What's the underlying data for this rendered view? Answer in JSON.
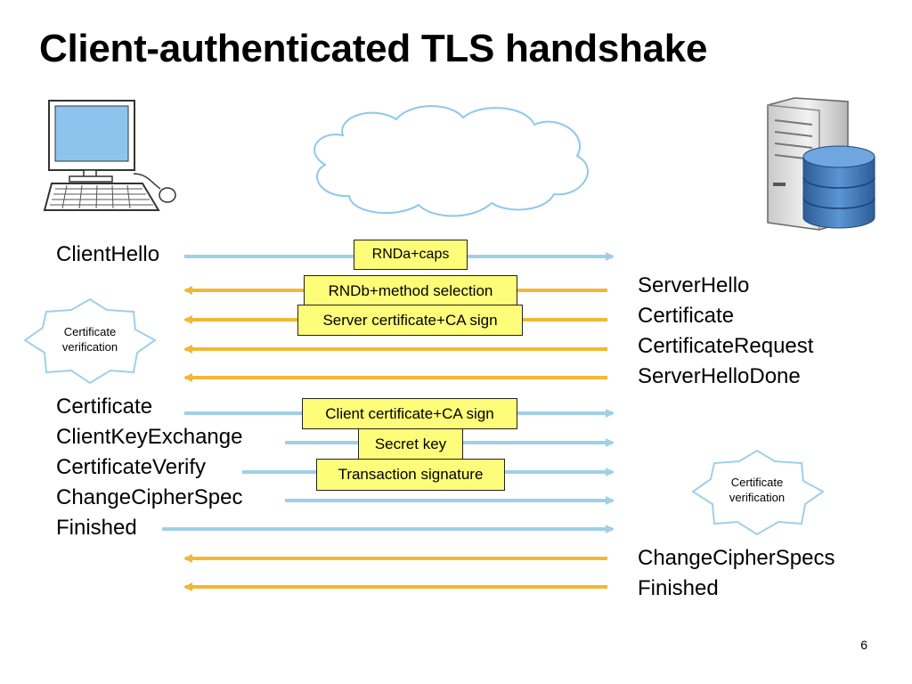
{
  "slide": {
    "title": "Client-authenticated TLS handshake",
    "page_number": "6"
  },
  "client_messages": {
    "client_hello": "ClientHello",
    "certificate": "Certificate",
    "client_key_exchange": "ClientKeyExchange",
    "certificate_verify": "CertificateVerify",
    "change_cipher_spec": "ChangeCipherSpec",
    "finished": "Finished"
  },
  "server_messages": {
    "server_hello": "ServerHello",
    "certificate": "Certificate",
    "certificate_request": "CertificateRequest",
    "server_hello_done": "ServerHelloDone",
    "change_cipher_specs": "ChangeCipherSpecs",
    "finished": "Finished"
  },
  "payload_boxes": {
    "rnda_caps": "RNDa+caps",
    "rndb_method": "RNDb+method selection",
    "server_cert": "Server certificate+CA sign",
    "client_cert": "Client certificate+CA sign",
    "secret_key": "Secret key",
    "transaction_signature": "Transaction signature"
  },
  "badges": {
    "client_verify": [
      "Certificate",
      "verification"
    ],
    "server_verify": [
      "Certificate",
      "verification"
    ]
  },
  "icons": {
    "client": "desktop-computer-icon",
    "network": "cloud-icon",
    "server": "server-database-icon"
  },
  "colors": {
    "client_to_server_arrow": "#9fd0e8",
    "server_to_client_arrow": "#f0b935",
    "payload_box_fill": "#fdfd7a",
    "computer_screen": "#8cc4ee",
    "database_blue": "#3f78b8"
  }
}
